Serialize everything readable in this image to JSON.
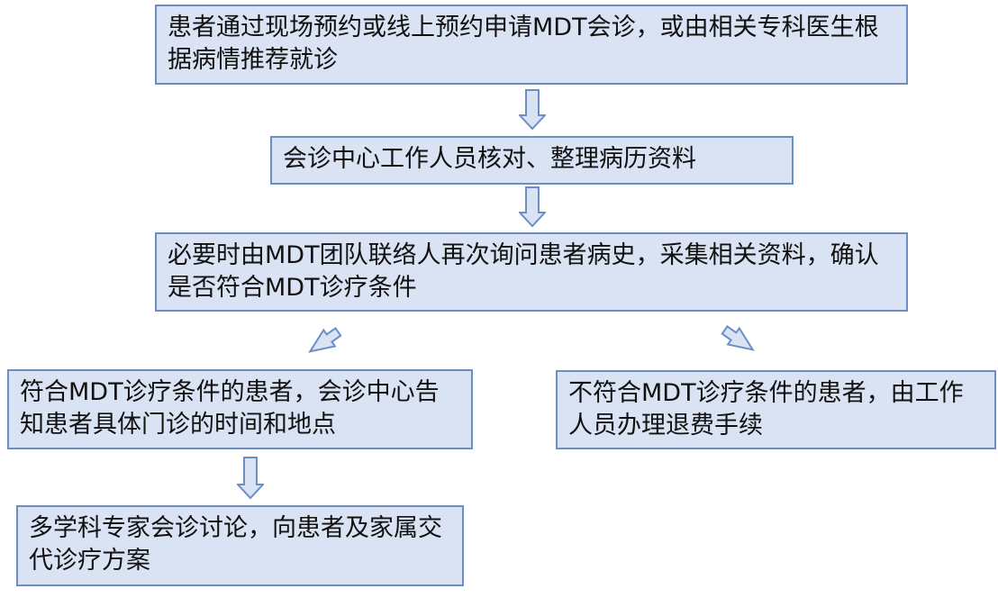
{
  "colors": {
    "box_fill": "#dae3f3",
    "box_border": "#6c8ec6"
  },
  "steps": [
    {
      "text": "患者通过现场预约或线上预约申请MDT会诊，或由相关专科医生根据病情推荐就诊"
    },
    {
      "text": "会诊中心工作人员核对、整理病历资料"
    },
    {
      "text": "必要时由MDT团队联络人再次询问患者病史，采集相关资料，确认是否符合MDT诊疗条件"
    },
    {
      "text": "符合MDT诊疗条件的患者，会诊中心告知患者具体门诊的时间和地点"
    },
    {
      "text": "不符合MDT诊疗条件的患者，由工作人员办理退费手续"
    },
    {
      "text": "多学科专家会诊讨论，向患者及家属交代诊疗方案"
    }
  ]
}
